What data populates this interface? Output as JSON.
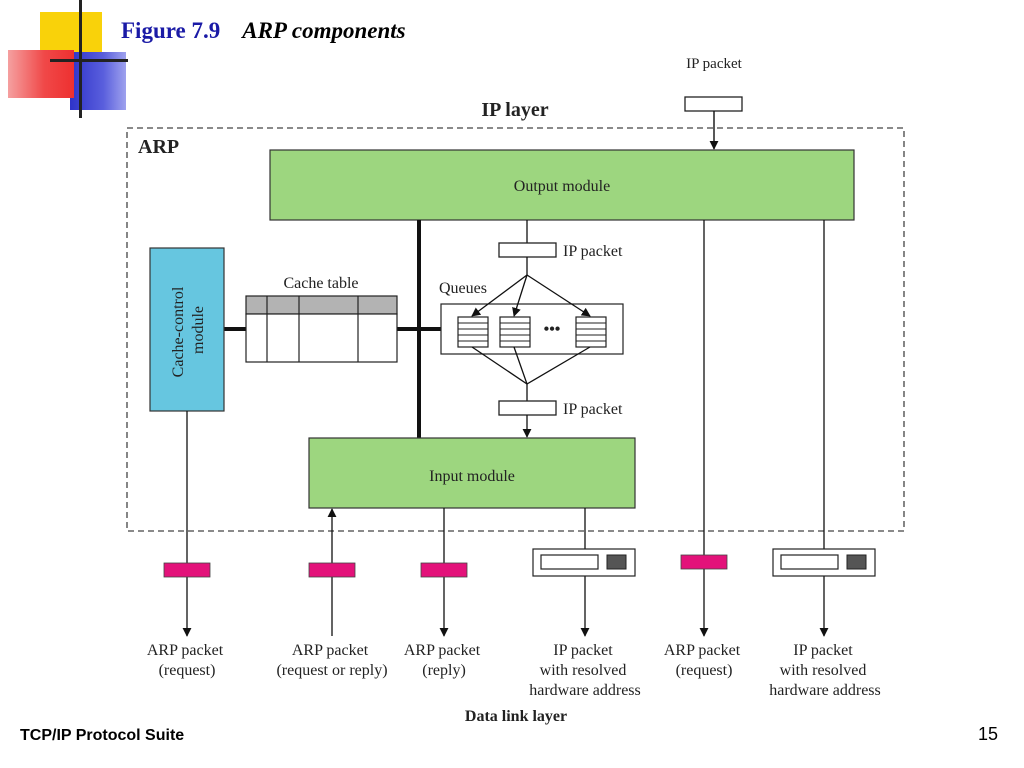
{
  "slide": {
    "figure_number": "Figure 7.9",
    "figure_title": "ARP components",
    "footer_left": "TCP/IP Protocol Suite",
    "page_number": "15"
  },
  "diagram": {
    "ip_layer": "IP layer",
    "arp_box": "ARP",
    "top_ip_packet": "IP packet",
    "output_module": "Output module",
    "input_module": "Input module",
    "cache_control_line1": "Cache-control",
    "cache_control_line2": "module",
    "cache_table": "Cache table",
    "queues": "Queues",
    "queue_ellipsis": "•••",
    "ip_packet_upper": "IP packet",
    "ip_packet_lower": "IP packet",
    "data_link_layer": "Data link layer",
    "bottom": {
      "b1_line1": "ARP packet",
      "b1_line2": "(request)",
      "b2_line1": "ARP packet",
      "b2_line2": "(request or reply)",
      "b3_line1": "ARP packet",
      "b3_line2": "(reply)",
      "b4_line1": "IP packet",
      "b4_line2": "with resolved",
      "b4_line3": "hardware address",
      "b5_line1": "ARP packet",
      "b5_line2": "(request)",
      "b6_line1": "IP packet",
      "b6_line2": "with resolved",
      "b6_line3": "hardware address"
    }
  },
  "colors": {
    "module_green": "#9dd67f",
    "cache_blue": "#66c6e0",
    "arp_packet_magenta": "#e3127a",
    "title_blue": "#1a1aa6",
    "deco_yellow": "#f9d20a",
    "deco_red": "#f04848",
    "deco_blue": "#2e33c9"
  }
}
